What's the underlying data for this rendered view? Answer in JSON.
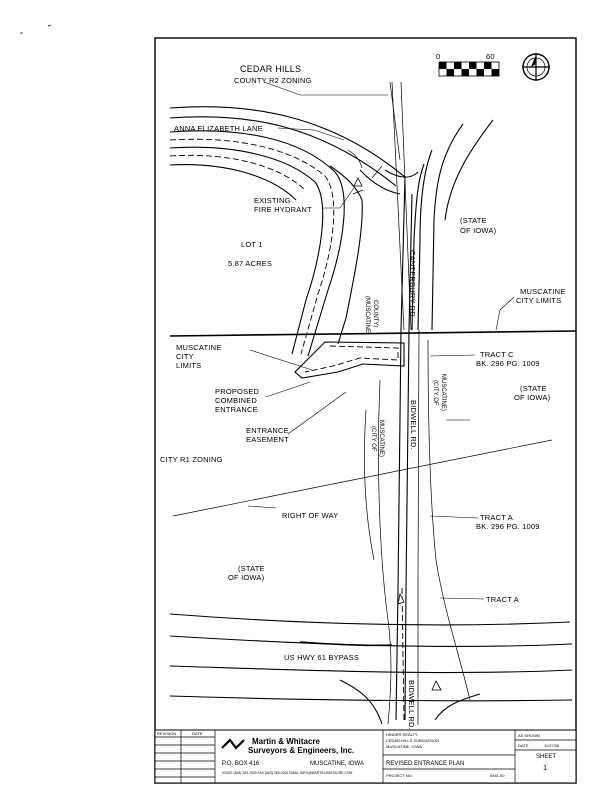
{
  "labels": {
    "cedar_hills": "CEDAR HILLS",
    "county_r2": "COUNTY R2 ZONING",
    "anna_lane": "ANNA ELIZABETH LANE",
    "existing": "EXISTING",
    "fire_hydrant": "FIRE HYDRANT",
    "lot": "LOT 1",
    "acres": "5.87 ACRES",
    "state_1": "(STATE",
    "iowa_1": "OF IOWA)",
    "muscatine_county_1": "(MUSCATINE",
    "muscatine_county_2": "COUNTY)",
    "canterbury": "CANTERBURY RD.",
    "muscatine_limits_1": "MUSCATINE",
    "muscatine_limits_2": "CITY LIMITS",
    "muscatine_left_1": "MUSCATINE",
    "muscatine_left_2": "CITY",
    "muscatine_left_3": "LIMITS",
    "tract_c_1": "TRACT C",
    "tract_c_2": "BK. 296  PG. 1009",
    "state_2": "(STATE",
    "iowa_2": "OF IOWA)",
    "proposed_1": "PROPOSED",
    "proposed_2": "COMBINED",
    "proposed_3": "ENTRANCE",
    "city_of_muscatine_left_1": "(CITY OF",
    "city_of_muscatine_left_2": "MUSCATINE)",
    "bidwell_rd_1": "BIDWELL RD.",
    "city_of_muscatine_right_1": "(CITY OF",
    "city_of_muscatine_right_2": "MUSCATINE)",
    "entrance_easement_1": "ENTRANCE",
    "entrance_easement_2": "EASEMENT",
    "city_r1": "CITY R1 ZONING",
    "right_of_way": "RIGHT OF WAY",
    "tract_a_1": "TRACT A",
    "tract_a_2": "BK. 296  PG. 1009",
    "state_3": "(STATE",
    "iowa_3": "OF IOWA)",
    "us_hwy": "US HWY 61 BYPASS",
    "bidwell_rd_2": "BIDWELL RD."
  },
  "scale": {
    "start": "0",
    "end": "60"
  },
  "title_block": {
    "revision_hdr": "REVISION",
    "date_hdr": "DATE",
    "company_1": "Martin & Whitacre",
    "company_2": "Surveyors & Engineers, Inc.",
    "po_box": "P.O. BOX 416",
    "city": "MUSCATINE, IOWA",
    "phone": "VOICE (563) 263-7630    FAX (563) 263-0106    EMAIL INFO@MARTIN-WHITACRE.COM",
    "client_1": "HINDER REALTY",
    "client_2": "CEDAR HILLS SUBDIVISION",
    "client_3": "MUSCATINE, IOWA",
    "plan_title": "REVISED ENTRANCE PLAN",
    "project_no": "PROJECT NO.",
    "project_no_val": "5461.00",
    "scale_lbl": "AS SHOWN",
    "date_lbl": "DATE",
    "date_val": "11/27/06",
    "sheet_lbl": "SHEET",
    "sheet_val": "1"
  }
}
